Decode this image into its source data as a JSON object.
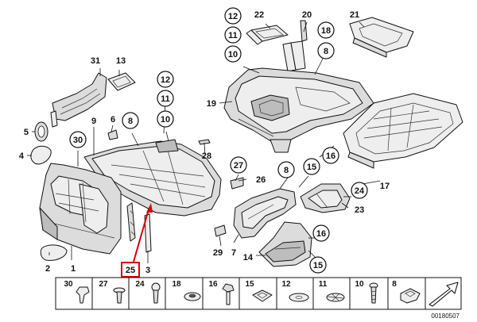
{
  "document_number": "00180507",
  "highlighted_part": "25",
  "callouts": {
    "c12a": "12",
    "c11a": "11",
    "c10a": "10",
    "c18": "18",
    "c8a": "8",
    "c12b": "12",
    "c11b": "11",
    "c10b": "10",
    "c8b": "8",
    "c30": "30",
    "c27": "27",
    "c8c": "8",
    "c15a": "15",
    "c16a": "16",
    "c24": "24",
    "c16b": "16",
    "c15b": "15"
  },
  "labels": {
    "l22": "22",
    "l20": "20",
    "l21": "21",
    "l31": "31",
    "l13": "13",
    "l19": "19",
    "l5": "5",
    "l9": "9",
    "l6": "6",
    "l4": "4",
    "l28": "28",
    "l26": "26",
    "l17": "17",
    "l23": "23",
    "l29": "29",
    "l7": "7",
    "l14": "14",
    "l2": "2",
    "l1": "1",
    "l3": "3",
    "l25": "25"
  },
  "strip_items": [
    "30",
    "27",
    "24",
    "18",
    "16",
    "15",
    "12",
    "11",
    "10",
    "8"
  ]
}
